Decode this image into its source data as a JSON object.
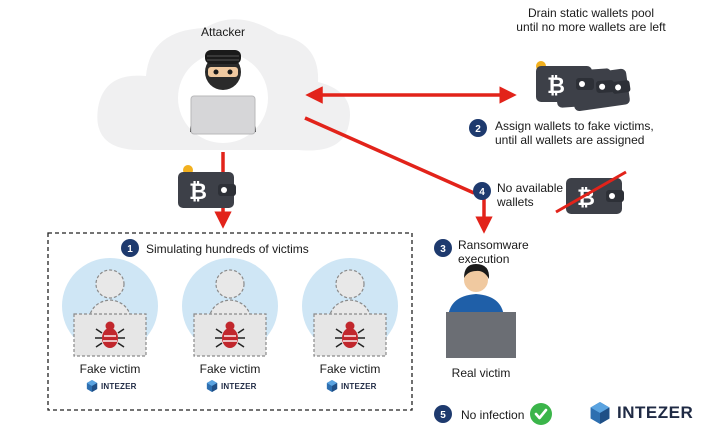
{
  "attacker": {
    "label": "Attacker"
  },
  "pool": {
    "line1": "Drain static wallets pool",
    "line2": "until no more wallets are left"
  },
  "steps": [
    {
      "number": "1",
      "text": "Simulating hundreds of victims"
    },
    {
      "number": "2",
      "line1": "Assign wallets to fake victims,",
      "line2": "until all wallets are assigned"
    },
    {
      "number": "3",
      "line1": "Ransomware",
      "line2": "execution"
    },
    {
      "number": "4",
      "line1": "No available",
      "line2": "wallets"
    },
    {
      "number": "5",
      "text": "No infection"
    }
  ],
  "fake_victims": [
    {
      "label": "Fake victim",
      "brand": "INTEZER"
    },
    {
      "label": "Fake victim",
      "brand": "INTEZER"
    },
    {
      "label": "Fake victim",
      "brand": "INTEZER"
    }
  ],
  "real_victim": {
    "label": "Real victim"
  },
  "brand": {
    "name": "INTEZER"
  },
  "colors": {
    "arrow": "#e2231a",
    "step_badge": "#1e3a6e",
    "cloud": "#f0f0f1",
    "victim_circle": "#cfe6f5",
    "wallet": "#3d4048",
    "check": "#3bb54a"
  }
}
